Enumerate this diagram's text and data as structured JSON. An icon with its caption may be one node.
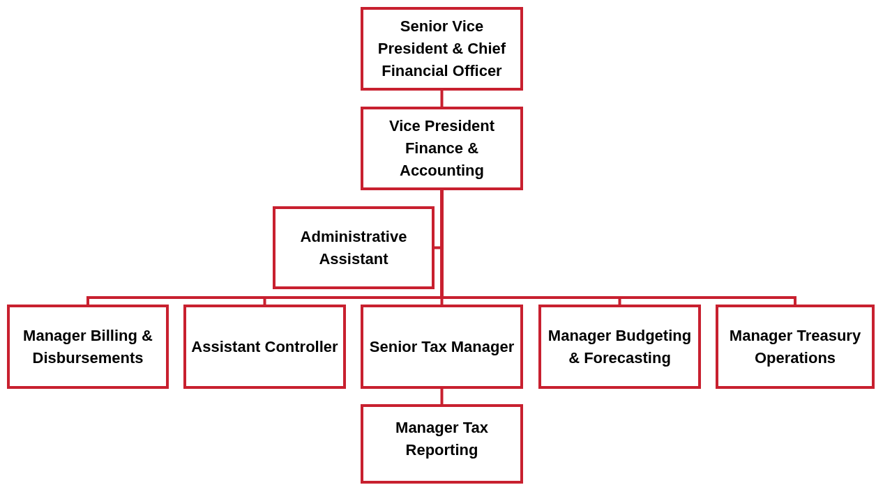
{
  "diagram": {
    "nodes": [
      {
        "text": [
          "Senior Vice President & Chief Financial Officer"
        ]
      },
      {
        "text": [
          "Vice President Finance & Accounting"
        ]
      },
      {
        "text": [
          "Administrative Assistant"
        ]
      },
      {
        "text": [
          "Manager Billing & Disbursements"
        ]
      },
      {
        "text": [
          "Assistant Controller"
        ]
      },
      {
        "text": [
          "Senior Tax Manager"
        ]
      },
      {
        "text": [
          "Manager Budgeting & Forecasting"
        ]
      },
      {
        "text": [
          "Manager Treasury Operations"
        ]
      },
      {
        "text": [
          "Manager Tax Reporting"
        ]
      }
    ],
    "edges": [
      {
        "from": 0,
        "to": 1,
        "arrow": "none"
      },
      {
        "from": 1,
        "to": 2,
        "arrow": "none"
      },
      {
        "from": 1,
        "to": 3,
        "arrow": "none"
      },
      {
        "from": 1,
        "to": 4,
        "arrow": "none"
      },
      {
        "from": 1,
        "to": 5,
        "arrow": "none"
      },
      {
        "from": 1,
        "to": 6,
        "arrow": "none"
      },
      {
        "from": 1,
        "to": 7,
        "arrow": "none"
      },
      {
        "from": 5,
        "to": 8,
        "arrow": "none"
      }
    ]
  }
}
